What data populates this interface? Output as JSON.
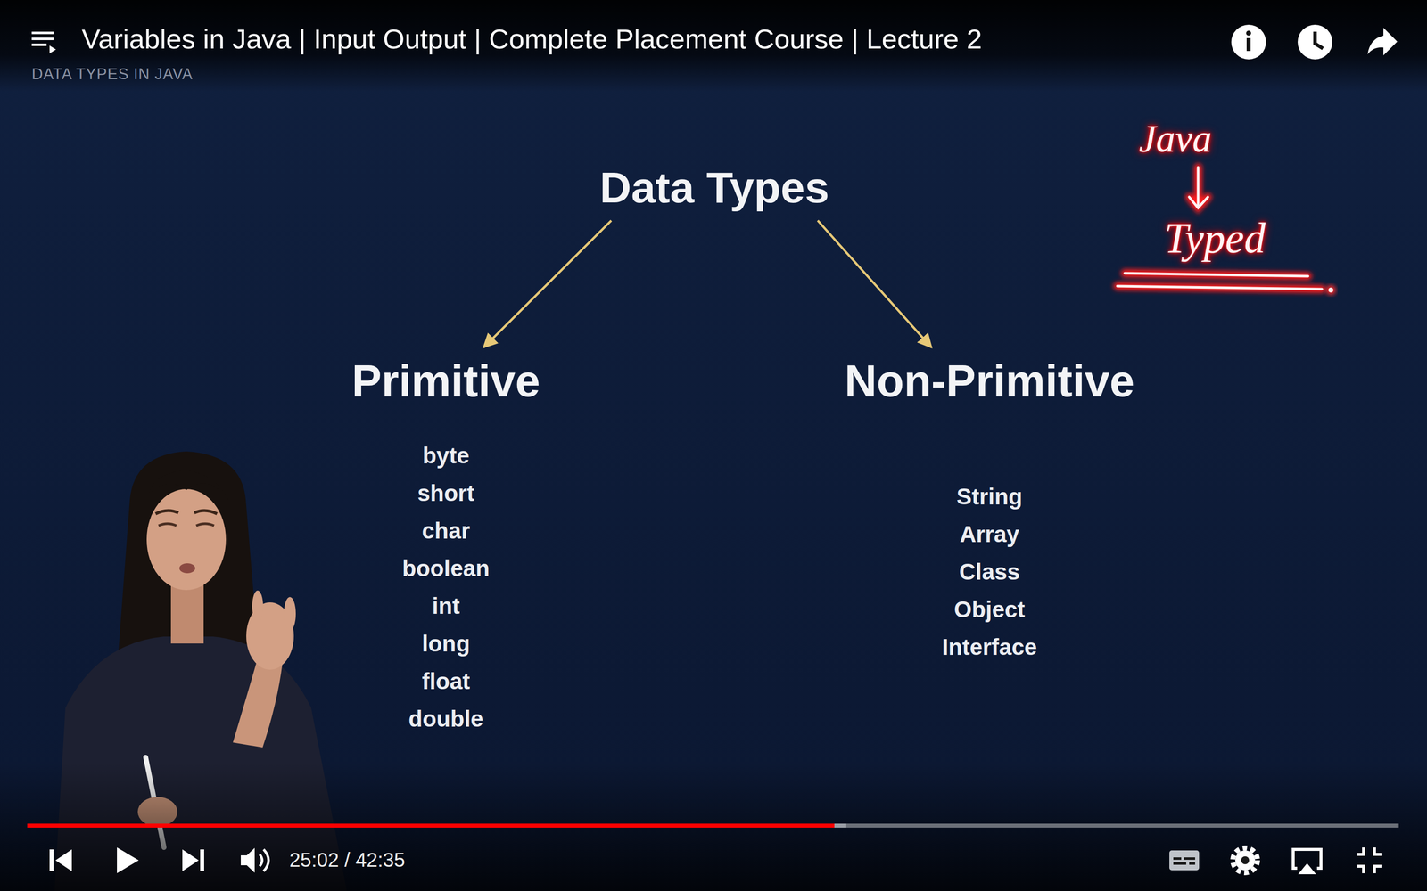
{
  "diagram": {
    "nodes": [
      {
        "text": [
          "Data Types"
        ]
      },
      {
        "text": [
          "Primitive",
          "byte",
          "short",
          "char",
          "boolean",
          "int",
          "long",
          "float",
          "double"
        ]
      },
      {
        "text": [
          "Non-Primitive",
          "String",
          "Array",
          "Class",
          "Object",
          "Interface"
        ]
      }
    ],
    "edges": [
      {
        "from": 0,
        "to": 1,
        "arrow": "to"
      },
      {
        "from": 0,
        "to": 2,
        "arrow": "to"
      }
    ],
    "labels": [
      "Variables in Java | Input Output | Complete Placement Course | Lecture 2",
      "DATA TYPES IN JAVA",
      "Java",
      "Typed",
      "25:02 / 42:35"
    ]
  }
}
